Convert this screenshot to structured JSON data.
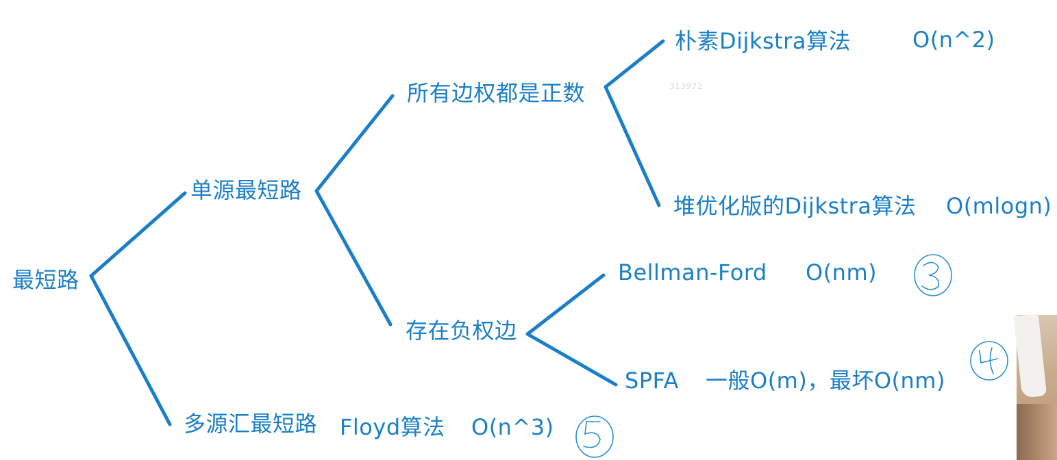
{
  "nodes": {
    "root": "最短路",
    "single_source": "单源最短路",
    "multi_source": "多源汇最短路",
    "all_positive": "所有边权都是正数",
    "negative": "存在负权边",
    "naive_dijkstra": "朴素Dijkstra算法",
    "heap_dijkstra": "堆优化版的Dijkstra算法",
    "bellman_ford": "Bellman-Ford",
    "spfa": "SPFA",
    "floyd": "Floyd算法"
  },
  "complexities": {
    "naive_dijkstra": "O(n^2)",
    "heap_dijkstra": "O(mlogn)",
    "bellman_ford": "O(nm)",
    "spfa": "一般O(m)，最坏O(nm)",
    "floyd": "O(n^3)"
  },
  "watermark": "313972",
  "colors": {
    "text": "#1a7fc8",
    "line": "#1a7fc8",
    "annotation": "#2a8fd0"
  }
}
